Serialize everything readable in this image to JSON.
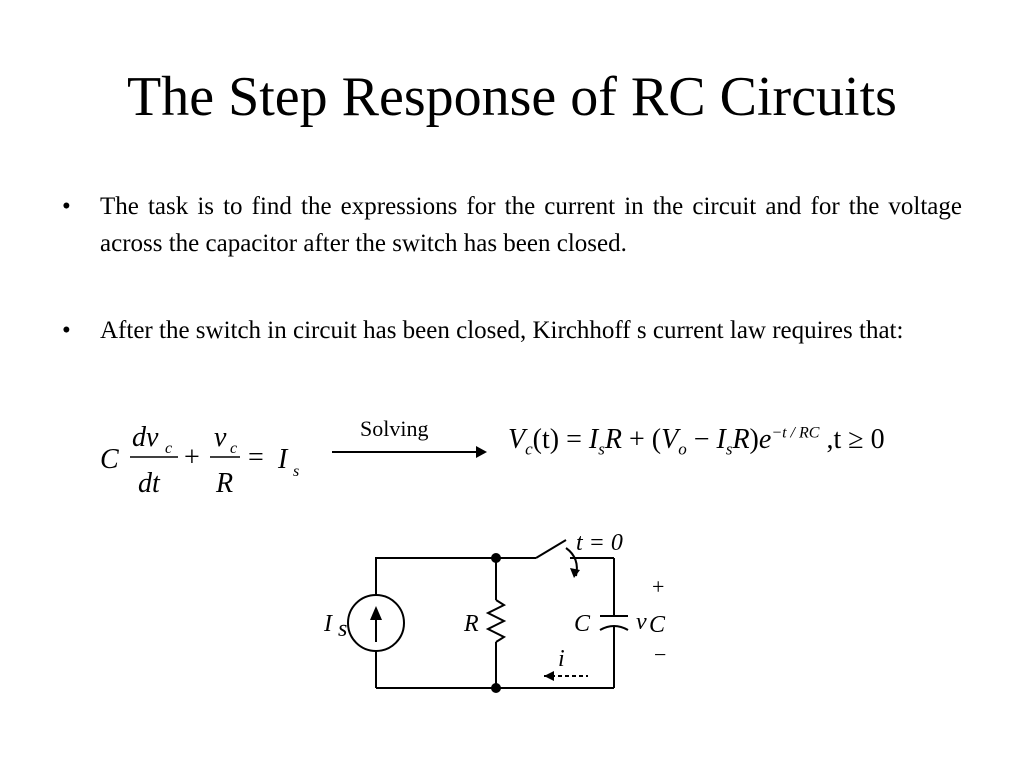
{
  "slide": {
    "title": "The Step Response of RC Circuits",
    "bullet_glyph": "•",
    "bullets": [
      {
        "text": "The task is to find the expressions for the current in the circuit and for the voltage across the capacitor after the switch has been closed."
      },
      {
        "text": "After the switch in circuit has been closed, Kirchhoff s current law requires that:"
      }
    ]
  },
  "equation_left": {
    "C": "C",
    "num1": "dv",
    "num1_sub": "c",
    "den1": "dt",
    "plus": "+",
    "num2": "v",
    "num2_sub": "c",
    "den2": "R",
    "equals": "=",
    "rhs": "I",
    "rhs_sub": "s"
  },
  "arrow_label": "Solving",
  "equation_right": {
    "V": "V",
    "V_sub": "c",
    "t_arg": "(t)",
    "eq": " = ",
    "I1": "I",
    "I1_sub": "s",
    "R1": "R",
    "plus_open": " + (",
    "V0": "V",
    "V0_sub": "o",
    "minus": " − ",
    "I2": "I",
    "I2_sub": "s",
    "R2": "R",
    "close": ")",
    "e": "e",
    "exp": "−t / RC",
    "tail": " ,t ≥ 0"
  },
  "circuit": {
    "source_label": "I",
    "source_sub": "s",
    "resistor_label": "R",
    "capacitor_label": "C",
    "voltage_label": "v",
    "voltage_sub": "C",
    "switch_label": "t = 0",
    "current_label": "i",
    "plus": "+",
    "minus": "−"
  }
}
